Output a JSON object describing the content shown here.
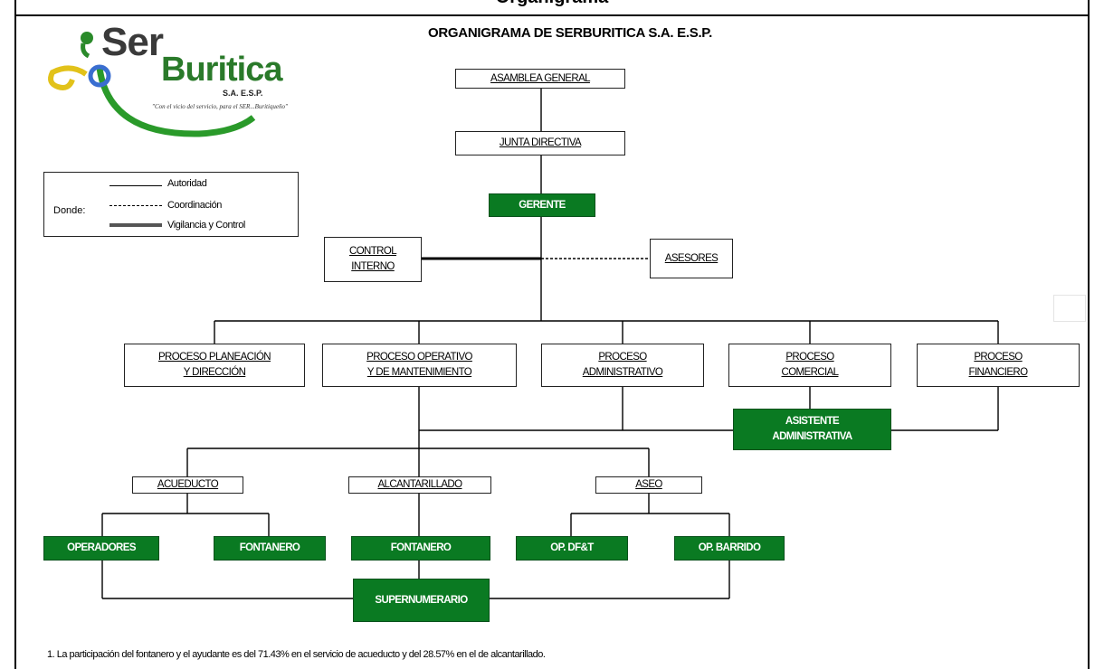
{
  "page": {
    "heading_fragment": "Organigrama"
  },
  "logo": {
    "ser": "Ser",
    "buritica": "Buritica",
    "sa_esp": "S.A. E.S.P.",
    "slogan": "\"Con el vicio del servicio, para el SER...Buritiqueño\""
  },
  "diagram": {
    "title": "ORGANIGRAMA DE SERBURITICA S.A. E.S.P.",
    "nodes": {
      "asamblea": "ASAMBLEA GENERAL",
      "junta": "JUNTA DIRECTIVA",
      "gerente": "GERENTE",
      "control": "CONTROL\nINTERNO",
      "asesores": "ASESORES",
      "planeacion": "PROCESO PLANEACIÓN\nY DIRECCIÓN",
      "operativo": "PROCESO OPERATIVO\nY DE MANTENIMIENTO",
      "administrativo": "PROCESO\nADMINISTRATIVO",
      "comercial": "PROCESO\nCOMERCIAL",
      "financiero": "PROCESO\nFINANCIERO",
      "asistente": "ASISTENTE\nADMINISTRATIVA",
      "acueducto": "ACUEDUCTO",
      "alcantarillado": "ALCANTARILLADO",
      "aseo": "ASEO",
      "operadores": "OPERADORES",
      "fontanero1": "FONTANERO",
      "fontanero2": "FONTANERO",
      "op_dft": "OP. DF&T",
      "op_barrido": "OP. BARRIDO",
      "supernumerario": "SUPERNUMERARIO"
    }
  },
  "legend": {
    "where": "Donde:",
    "autoridad": "Autoridad",
    "coordinacion": "Coordinación",
    "vigilancia": "Vigilancia y Control"
  },
  "footnote": "1. La participación del fontanero y el ayudante es del 71.43% en el servicio de acueducto y del 28.57% en el de alcantarillado.",
  "colors": {
    "green_box": "#0a7a22",
    "line": "#000000",
    "logo_green": "#2a7a2a"
  }
}
